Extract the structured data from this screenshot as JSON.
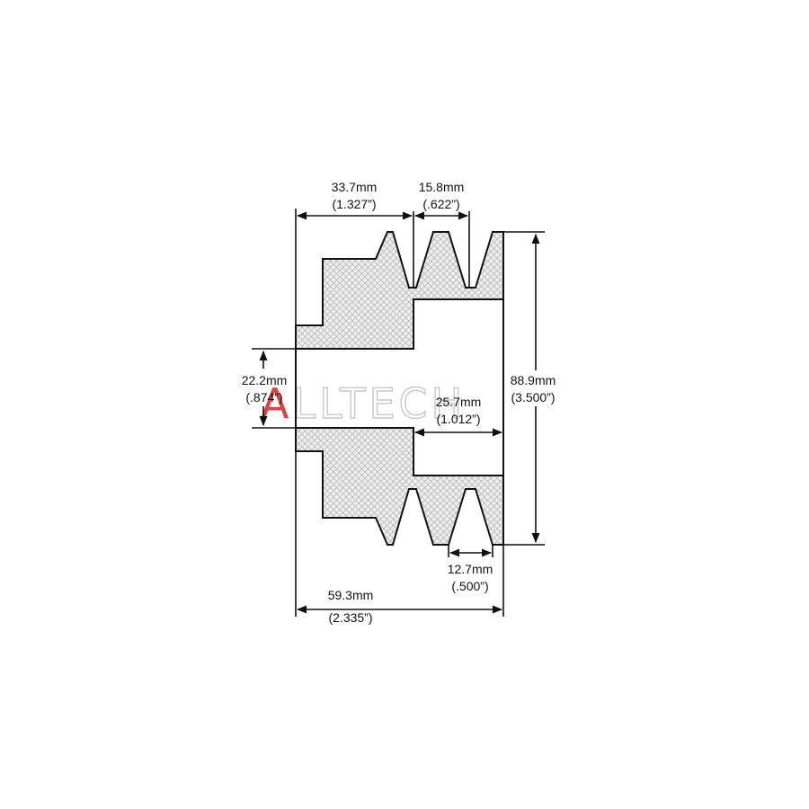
{
  "watermark": {
    "text": "ALLTECH",
    "accent_color": "#e04040"
  },
  "dimensions": {
    "top_left_mm": "33.7mm",
    "top_left_in": "(1.327”)",
    "top_right_mm": "15.8mm",
    "top_right_in": "(.622”)",
    "bore_mm": "22.2mm",
    "bore_in": "(.874”)",
    "hub_mm": "25.7mm",
    "hub_in": "(1.012”)",
    "outer_dia_mm": "88.9mm",
    "outer_dia_in": "(3.500”)",
    "groove_mm": "12.7mm",
    "groove_in": "(.500”)",
    "overall_mm": "59.3mm",
    "overall_in": "(2.335”)"
  },
  "colors": {
    "line": "#111111",
    "hatch": "#b8b8b8",
    "fill": "#eeeeee"
  }
}
